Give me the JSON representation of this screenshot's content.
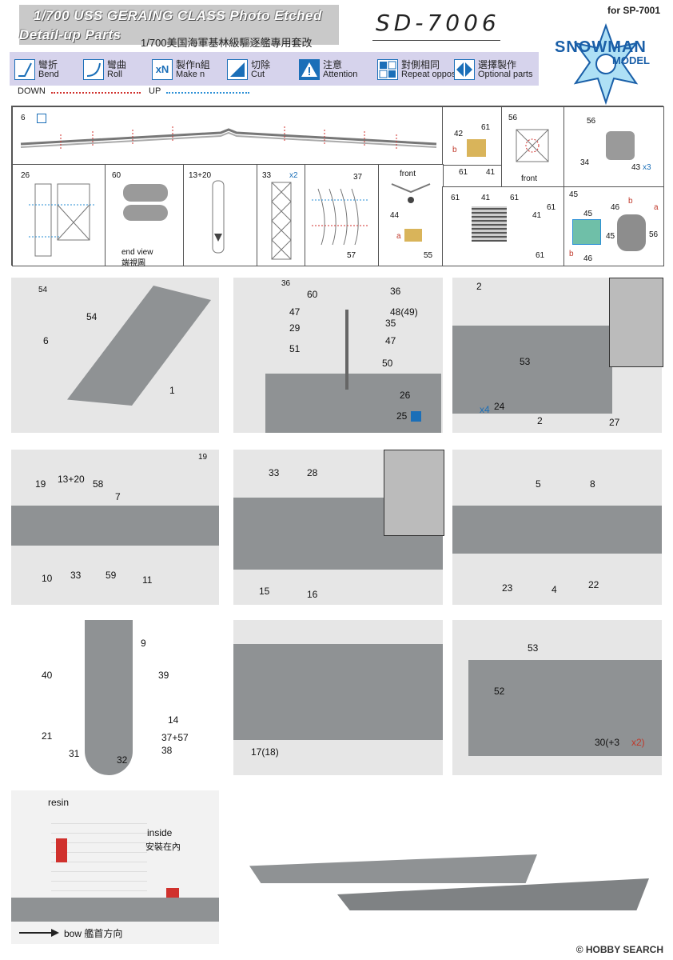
{
  "header": {
    "title_line1": "1/700  USS   GERAING CLASS Photo Etched",
    "title_line2": "Detail-up Parts",
    "title_cn": "1/700美国海軍基林級驅逐艦專用套改",
    "product_code": "SD-7006",
    "for_kit": "for  SP-7001",
    "logo_line1": "SNOWMAN",
    "logo_line2": "MODEL"
  },
  "legend": [
    {
      "cn": "彎折",
      "en": "Bend",
      "icon": "bend-icon"
    },
    {
      "cn": "彎曲",
      "en": "Roll",
      "icon": "roll-icon"
    },
    {
      "cn": "製作n組",
      "en": "Make n",
      "icon": "make-n-icon",
      "glyph": "xN"
    },
    {
      "cn": "切除",
      "en": "Cut",
      "icon": "cut-icon"
    },
    {
      "cn": "注意",
      "en": "Attention",
      "icon": "attention-icon"
    },
    {
      "cn": "對側相同",
      "en": "Repeat opposite",
      "icon": "repeat-opposite-icon"
    },
    {
      "cn": "選擇製作",
      "en": "Optional parts",
      "icon": "optional-icon"
    }
  ],
  "directions": {
    "down": "DOWN",
    "up": "UP",
    "down_color": "#d0312d",
    "up_color": "#2a8fd6"
  },
  "steps_row1": {
    "rail": {
      "n": "6"
    },
    "s42": {
      "labels": [
        "42",
        "61",
        "b",
        "61",
        "41"
      ]
    },
    "s56a": {
      "n": "56",
      "note": "front"
    },
    "s56b": {
      "labels": [
        "56",
        "34",
        "43",
        "x3"
      ]
    }
  },
  "steps_row2": {
    "s26": {
      "n": "26"
    },
    "s60": {
      "n": "60",
      "note1": "end view",
      "note2": "端視圖"
    },
    "s13": {
      "n": "13+20"
    },
    "s33": {
      "n": "33",
      "x": "x2"
    },
    "s37": {
      "labels": [
        "37",
        "57"
      ]
    },
    "s44": {
      "labels": [
        "front",
        "44",
        "a",
        "55"
      ]
    },
    "s61": {
      "labels": [
        "61",
        "41",
        "61",
        "41",
        "61",
        "61"
      ]
    },
    "s45": {
      "labels": [
        "45",
        "45",
        "b",
        "46",
        "46",
        "b",
        "a",
        "45",
        "56"
      ]
    }
  },
  "photo_row1": {
    "p1": {
      "labels": [
        "54",
        "54",
        "6",
        "1"
      ]
    },
    "p2": {
      "labels": [
        "36",
        "60",
        "36",
        "47",
        "48(49)",
        "29",
        "35",
        "47",
        "51",
        "50",
        "26",
        "25"
      ]
    },
    "p3": {
      "labels": [
        "2",
        "53",
        "24",
        "x4",
        "2",
        "27"
      ]
    }
  },
  "photo_row2": {
    "p4": {
      "labels": [
        "19",
        "19",
        "13+20",
        "58",
        "7",
        "10",
        "33",
        "59",
        "11"
      ]
    },
    "p5": {
      "labels": [
        "33",
        "28",
        "15",
        "16"
      ]
    },
    "p6": {
      "labels": [
        "5",
        "8",
        "23",
        "4",
        "22"
      ]
    }
  },
  "photo_row3": {
    "p7": {
      "labels": [
        "9",
        "40",
        "39",
        "14",
        "21",
        "37+57",
        "38",
        "31",
        "32"
      ]
    },
    "p8": {
      "labels": [
        "17(18)"
      ]
    },
    "p9": {
      "labels": [
        "53",
        "52",
        "30(+3",
        "x2)"
      ]
    }
  },
  "photo_row4": {
    "p10": {
      "resin": "resin",
      "inside": "inside",
      "inside_cn": "安裝在內",
      "bow": "bow 艦首方向"
    }
  },
  "footer": {
    "credit": "© HOBBY SEARCH"
  },
  "colors": {
    "accent": "#1b6fb8",
    "legend_bg": "#d6d3ec",
    "brass": "#d9b45a",
    "hull": "#8f9294"
  }
}
